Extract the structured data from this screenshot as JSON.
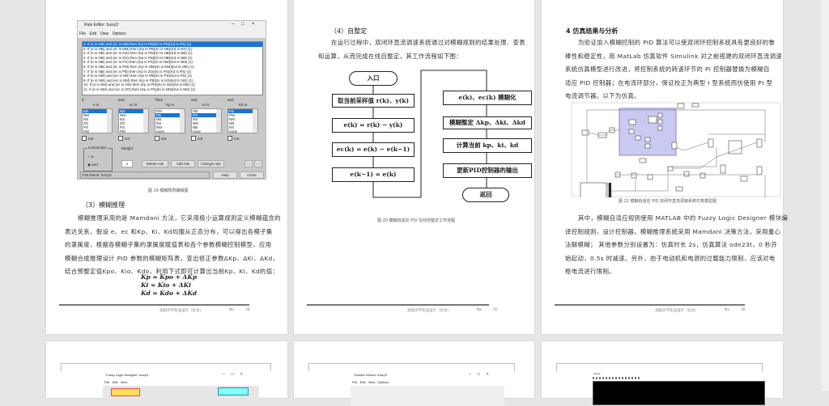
{
  "pages": [
    {
      "rule_editor": {
        "title": "Rule Editor: fuzzy3",
        "menu": [
          "File",
          "Edit",
          "View",
          "Options"
        ],
        "rules": [
          "1. If (e is NB) and (ec is NB) then (Kp is PB)(Ki is PS)(Kd is PS) (1)",
          "2. If (e is NB) and (ec is NM) then (Kp is PB)(Ki is NB)(Kd is NS) (1)",
          "3. If (e is NB) and (ec is NS) then (Kp is PM)(Ki is NB)(Kd is NB) (1)",
          "4. If (e is NB) and (ec is ZO) then (Kp is PM)(Ki is NB)(Kd is NB) (1)",
          "5. If (e is NB) and (ec is PS) then (Kp is PS)(Ki is NM)(Kd is NM) (1)",
          "6. If (e is NB) and (ec is PM) then (Kp is NM)(Ki is NM)(Kd is NM) (1)",
          "7. If (e is NB) and (ec is PB) then (Kp is ZO)(Ki is PS)(Kd is PS) (1)",
          "8. If (e is NM) and (ec is NB) then (Kp is PB)(Ki is PS)(Kd is PS) (1)",
          "9. If (e is NM) and (ec is NM) then (Kp is PB)(Ki is NS)(Kd is NS) (1)",
          "10. If (e is NM) and (ec is NS) then (Kp is PM)(Ki is NS)(Kd is NB) (1)",
          "11. If (e is NM) and (ec is ZO) then (Kp is PS)(Ki is NM)(Kd is NM) (1)"
        ],
        "columns": [
          {
            "conj": "If",
            "label": "e is",
            "items": [
              "NB",
              "NM",
              "NS",
              "ZO",
              "PS",
              "PM"
            ],
            "selected": 0
          },
          {
            "conj": "and",
            "label": "ec is",
            "items": [
              "NB",
              "NM",
              "NS",
              "ZO",
              "PS",
              "PM"
            ],
            "selected": 0
          },
          {
            "conj": "Then",
            "label": "Kp is",
            "items": [
              "PM",
              "PB",
              "NB",
              "NS",
              "NM",
              "none"
            ],
            "selected": 1
          },
          {
            "conj": "and",
            "label": "Ki is",
            "items": [
              "PB",
              "PS",
              "NS",
              "NM",
              "NB",
              "none"
            ],
            "selected": 1
          },
          {
            "conj": "and",
            "label": "Kd is",
            "items": [
              "PS",
              "PM",
              "NM",
              "NB",
              "NS",
              "none"
            ],
            "selected": 0
          }
        ],
        "not_label": "not",
        "connection_label": "Connection",
        "or_label": "or",
        "and_label": "and",
        "connection_value": "and",
        "weight_label": "Weight:",
        "weight_value": "1",
        "delete_rule": "Delete rule",
        "add_rule": "Add rule",
        "change_rule": "Change rule",
        "prev": "<<",
        "next": ">>",
        "status": "FIS Name: fuzzy3",
        "help": "Help",
        "close": "Close"
      },
      "caption": "图 19 模糊规则编辑图",
      "heading": "（3）模糊推理",
      "lines": [
        "模糊推理采用的是 Mamdani 方法，它采用极小运算规则定义模糊蕴含的",
        "表达关系。假设 e、ec 和Kp、Ki、Kd均服从正态分布，可以得出各模子集",
        "的隶属度，根据各模糊子集的隶属度赋值表和各个参数模糊控制模型，应用",
        "模糊合成推理设计 PID 参数的模糊矩阵表，查出修正参数ΔKp、ΔKi、ΔKd，",
        "结合预整定值Kpo、Kio、Kdo，利用下式即可计算出当前Kp、Ki、Kd的值："
      ],
      "equations": [
        "Kp = Kpo + ΔKp",
        "Ki = Kio + ΔKi",
        "Kd = Kdo + ΔKd"
      ],
      "footer": {
        "title": "沈阳大学毕业设计（论文）",
        "code": "No",
        "page": "34"
      }
    },
    {
      "heading": "（4）自整定",
      "lines": [
        "在运行过程中，双闭环直流调速系统通过对模糊规则的结果处理、查表",
        "和运算，从而完成在线自整定，其工作流程如下图："
      ],
      "flowchart": {
        "left": [
          "入口",
          "取当前采样值 r(k)、y(k)",
          "e(k) = r(k) − y(k)",
          "ec(k) = e(k) − e(k−1)",
          "e(k−1) = e(k)"
        ],
        "right": [
          "e(k)、ec(k) 模糊化",
          "模糊整定 Δkp、Δki、Δkd",
          "计算当前 kp、ki、kd",
          "更新PID控制器的输出",
          "返回"
        ]
      },
      "caption": "图 20 模糊自适应 PID 在线自整定工作流程",
      "footer": {
        "title": "沈阳大学毕业设计（论文）",
        "code": "No",
        "page": "35"
      }
    },
    {
      "heading": "4 仿真结果与分析",
      "lines": [
        "为验证加入模糊控制的 PID 算法可以使双闭环控制系统具有更良好的鲁",
        "棒性和稳定性，用 MatLab 仿真软件 Simulink 对之前搭建的双闭环直流调速",
        "系统仿真模型进行改进，将控制系统的转速环节的 PI 控制器替换为模糊自",
        "适应 PID 控制器；在电流环部分，保证校正为典型 I 型系统而仿使用 PI 型",
        "电流调节器。以下为仿真。"
      ],
      "caption": "图 21 模糊自适应 PID 双闭环直流调速系统仿真模型图",
      "lines2": [
        "其中，模糊自适应规则使用 MATLAB 中的 Fuzzy Logic Designer 模块编",
        "译控制规则，设计控制器。模糊推理系统采用 Mamdani 决策方法，采用重心",
        "法解模糊； 其他参数分别设置为：仿真时长 2s，仿真算法 ode23t，0 秒开",
        "始起动，0.5s 时减速。另外，由于电动机和电源的过载能力限制，应该对电",
        "枢电流进行限制。"
      ],
      "footer": {
        "title": "沈阳大学毕业设计（论文）",
        "code": "No",
        "page": "36"
      }
    }
  ],
  "next_row": [
    {
      "window_title": "Fuzzy Logic Designer: fuzzy3",
      "menu": [
        "File",
        "Edit",
        "View"
      ]
    },
    {
      "window_title": "Surface Viewer: fuzzy3",
      "menu": [
        "File",
        "Edit",
        "View",
        "Options"
      ]
    },
    {
      "window_title": "Scope"
    }
  ],
  "colors": {
    "background": "#e6e6e6",
    "selection": "#1a73d9",
    "subsystem": "#c9c9f2",
    "scope": "#000000"
  }
}
